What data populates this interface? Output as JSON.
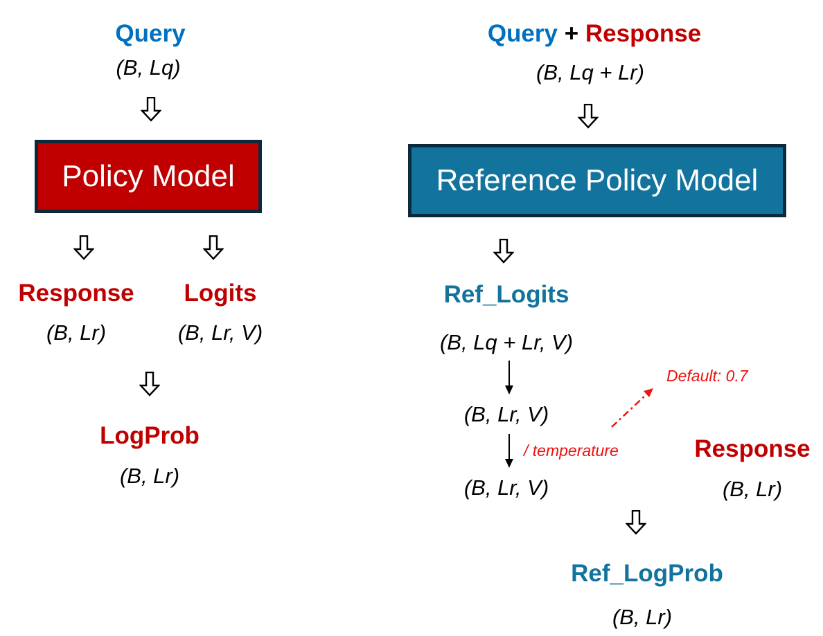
{
  "colors": {
    "query_blue": "#0070c0",
    "policy_red": "#c00000",
    "reference_teal": "#12739d",
    "box_border": "#0d2a3d",
    "policy_box_fill": "#c00000",
    "reference_box_fill": "#12739d",
    "note_red": "#ee1111"
  },
  "left": {
    "query_label": "Query",
    "query_shape": "(B, Lq)",
    "model_label": "Policy Model",
    "response_label": "Response",
    "response_shape": "(B, Lr)",
    "logits_label": "Logits",
    "logits_shape": "(B, Lr, V)",
    "logprob_label": "LogProb",
    "logprob_shape": "(B, Lr)"
  },
  "right": {
    "query_label": "Query",
    "plus": "+",
    "response_label": "Response",
    "input_shape": "(B, Lq + Lr)",
    "model_label": "Reference Policy Model",
    "ref_logits_label": "Ref_Logits",
    "ref_logits_shape": "(B, Lq + Lr, V)",
    "sliced_shape": "(B, Lr, V)",
    "scaled_shape": "(B, Lr, V)",
    "temperature_note": "/ temperature",
    "default_note": "Default: 0.7",
    "response_side_label": "Response",
    "response_side_shape": "(B, Lr)",
    "ref_logprob_label": "Ref_LogProb",
    "ref_logprob_shape": "(B, Lr)"
  },
  "icons": {
    "hollow_arrow": "hollow-down-arrow-icon",
    "thin_arrow": "thin-down-arrow-icon",
    "dashed_arrow": "dash-dot-arrow-icon"
  }
}
